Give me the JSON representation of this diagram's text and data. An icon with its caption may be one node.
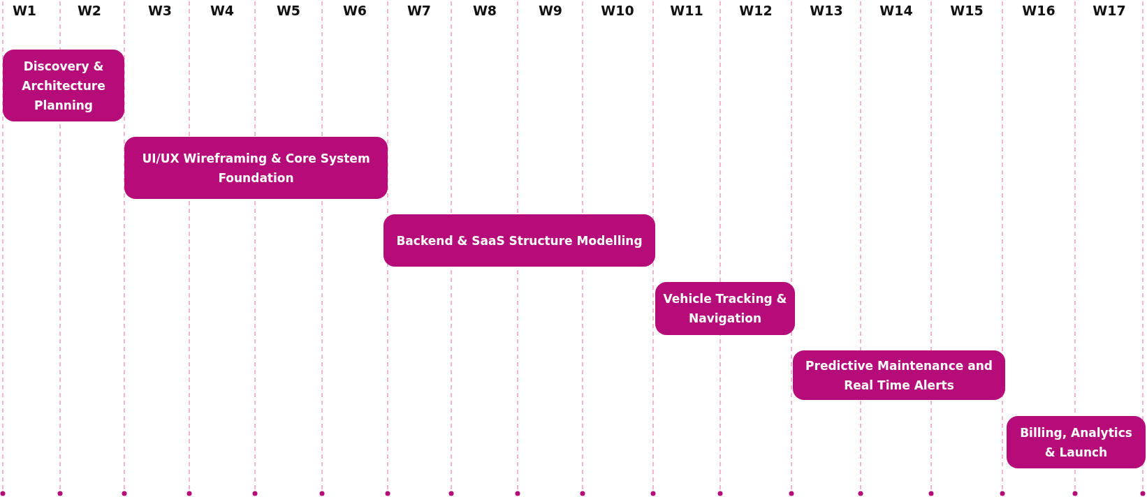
{
  "diagram": {
    "nodes": [
      {
        "text": [
          "Discovery & Architecture Planning"
        ]
      },
      {
        "text": [
          "UI/UX Wireframing & Core System Foundation"
        ]
      },
      {
        "text": [
          "Backend & SaaS Structure Modelling"
        ]
      },
      {
        "text": [
          "Vehicle Tracking & Navigation"
        ]
      },
      {
        "text": [
          "Predictive Maintenance and Real Time Alerts"
        ]
      },
      {
        "text": [
          "Billing, Analytics & Launch"
        ]
      }
    ],
    "edges": [],
    "labels": [
      "W1",
      "W2",
      "W3",
      "W4",
      "W5",
      "W6",
      "W7",
      "W8",
      "W9",
      "W10",
      "W11",
      "W12",
      "W13",
      "W14",
      "W15",
      "W16",
      "W17"
    ]
  }
}
